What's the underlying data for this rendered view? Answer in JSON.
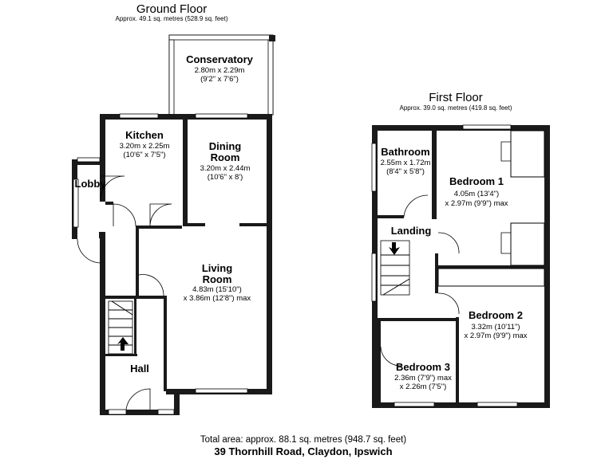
{
  "ground_floor": {
    "title": "Ground Floor",
    "area": "Approx. 49.1 sq. metres (528.9 sq. feet)",
    "rooms": {
      "conservatory": {
        "name": "Conservatory",
        "dim1": "2.80m x 2.29m",
        "dim2": "(9'2\" x 7'6\")"
      },
      "kitchen": {
        "name": "Kitchen",
        "dim1": "3.20m x 2.25m",
        "dim2": "(10'6\" x 7'5\")"
      },
      "dining": {
        "name1": "Dining",
        "name2": "Room",
        "dim1": "3.20m x 2.44m",
        "dim2": "(10'6\" x 8')"
      },
      "lobby": {
        "name": "Lobby"
      },
      "living": {
        "name1": "Living",
        "name2": "Room",
        "dim1": "4.83m (15'10\")",
        "dim2": "x 3.86m (12'8\") max"
      },
      "hall": {
        "name": "Hall"
      }
    }
  },
  "first_floor": {
    "title": "First Floor",
    "area": "Approx. 39.0 sq. metres (419.8 sq. feet)",
    "rooms": {
      "bathroom": {
        "name": "Bathroom",
        "dim1": "2.55m x 1.72m",
        "dim2": "(8'4\" x 5'8\")"
      },
      "bedroom1": {
        "name": "Bedroom 1",
        "dim1": "4.05m (13'4\")",
        "dim2": "x 2.97m (9'9\") max"
      },
      "landing": {
        "name": "Landing"
      },
      "bedroom2": {
        "name": "Bedroom 2",
        "dim1": "3.32m (10'11\")",
        "dim2": "x 2.97m (9'9\") max"
      },
      "bedroom3": {
        "name": "Bedroom 3",
        "dim1": "2.36m (7'9\") max",
        "dim2": "x 2.26m (7'5\")"
      }
    }
  },
  "footer": {
    "total_area": "Total area: approx. 88.1 sq. metres (948.7 sq. feet)",
    "address": "39 Thornhill Road, Claydon, Ipswich"
  }
}
